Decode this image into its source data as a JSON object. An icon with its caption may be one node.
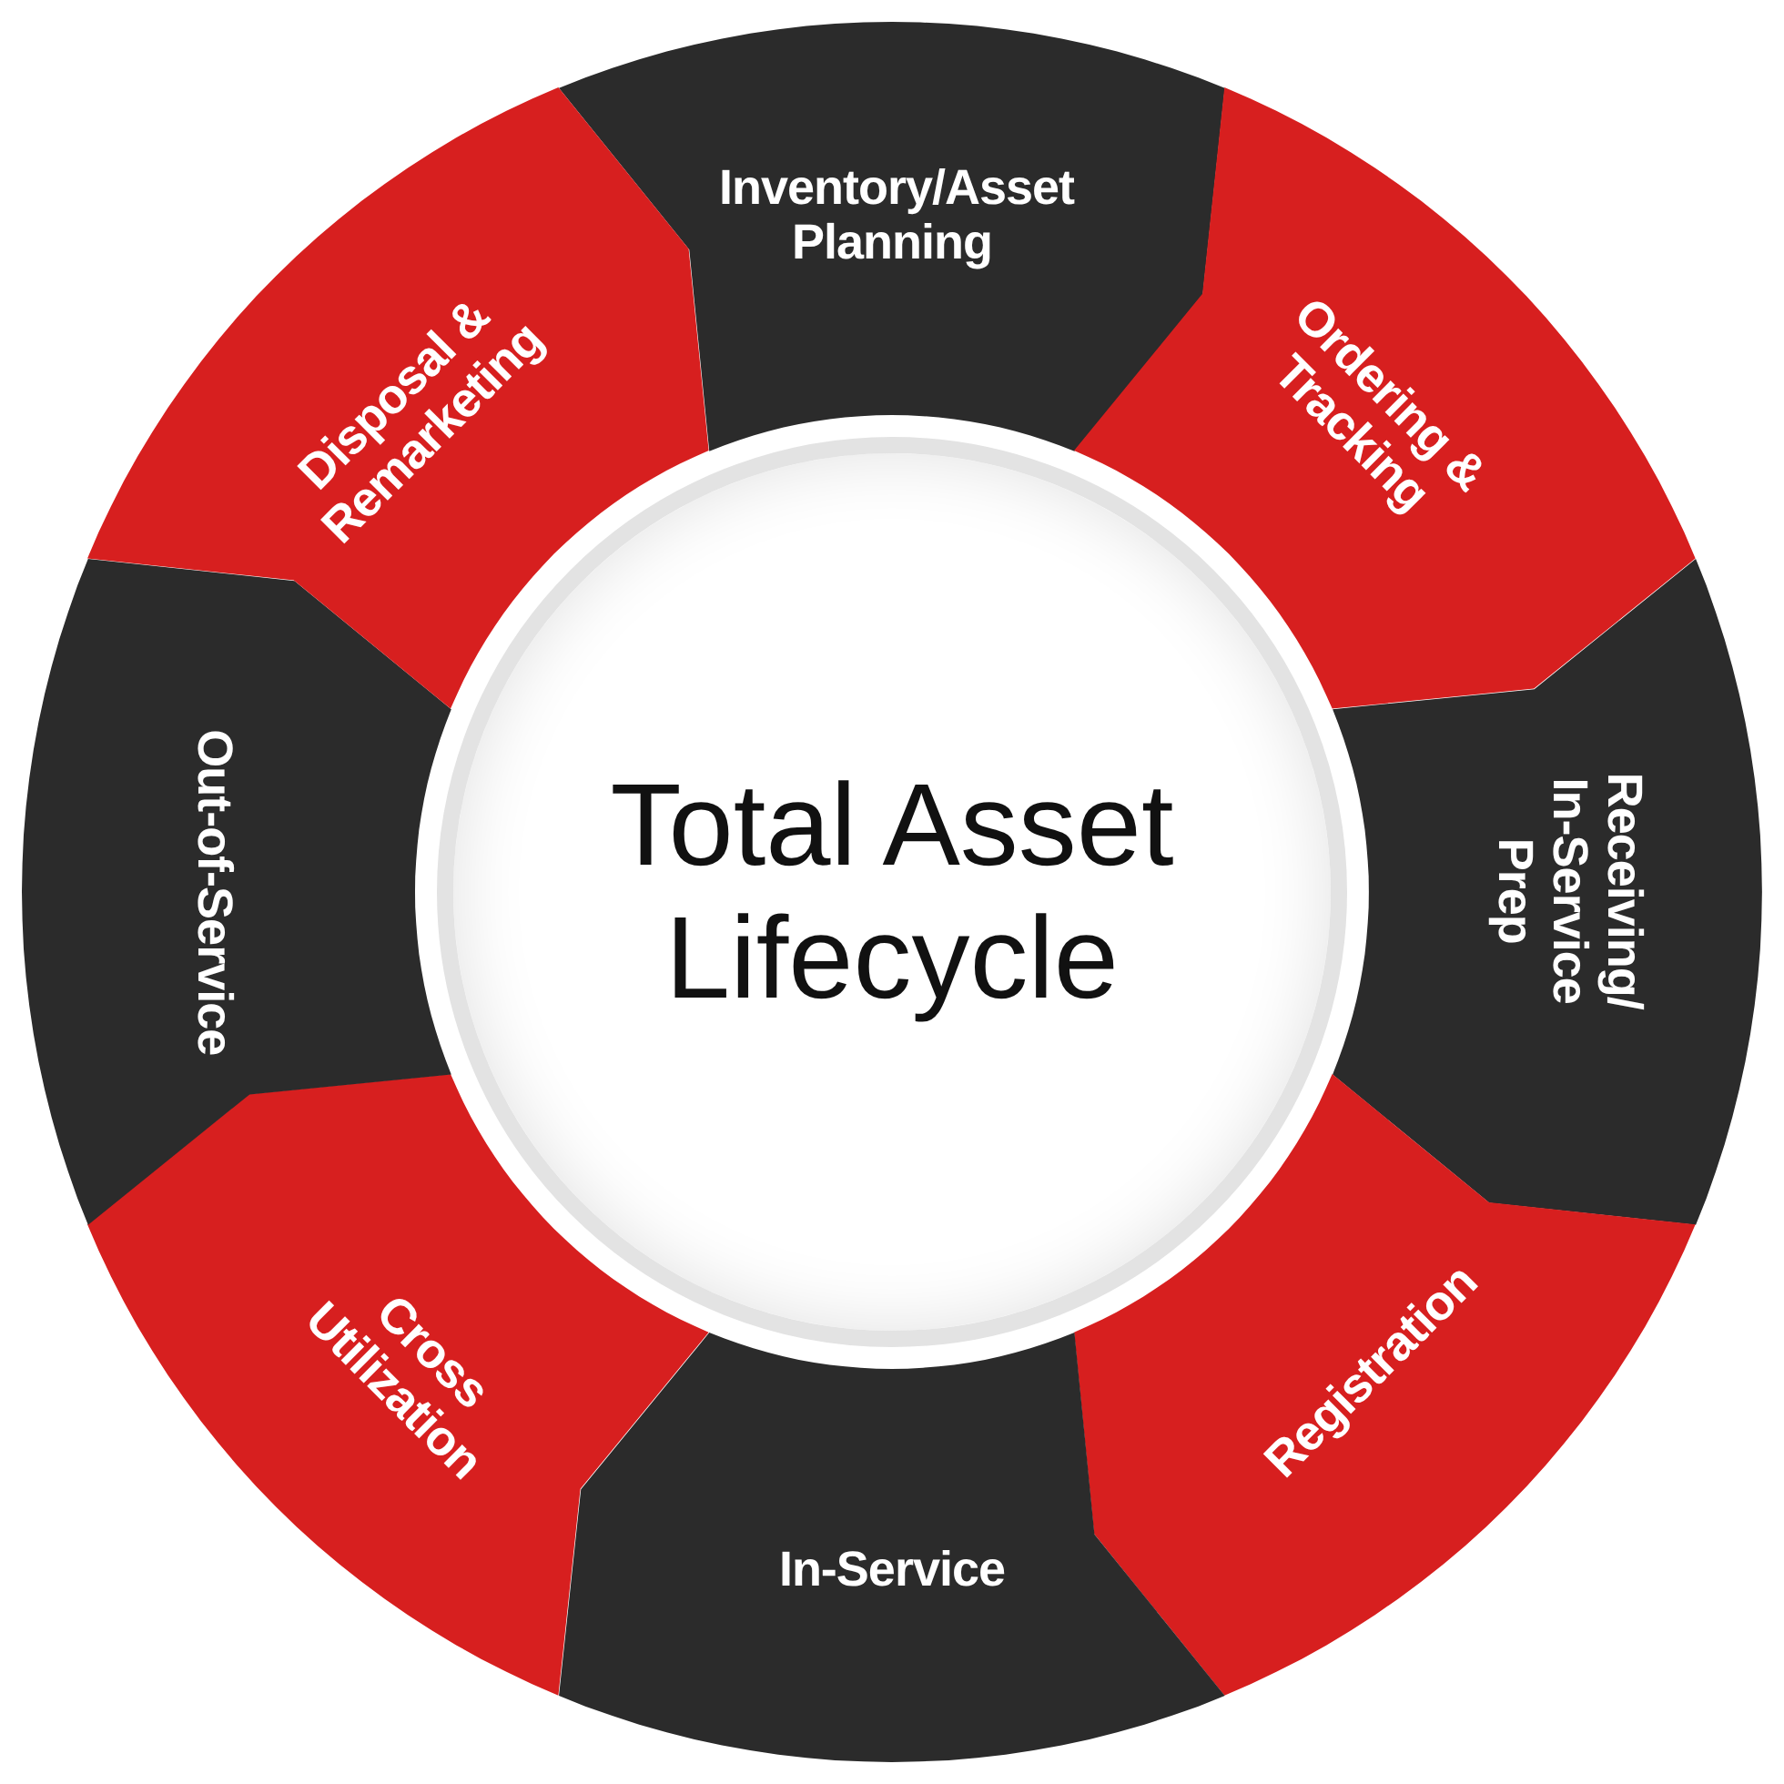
{
  "diagram": {
    "nodes": [
      {
        "text": [
          "Total Asset Lifecycle"
        ]
      },
      {
        "text": [
          "Inventory/Asset Planning"
        ]
      },
      {
        "text": [
          "Ordering & Tracking"
        ]
      },
      {
        "text": [
          "Receiving/ In-Service Prep"
        ]
      },
      {
        "text": [
          "Registration"
        ]
      },
      {
        "text": [
          "In-Service"
        ]
      },
      {
        "text": [
          "Cross Utilization"
        ]
      },
      {
        "text": [
          "Out-of-Service"
        ]
      },
      {
        "text": [
          "Disposal & Remarketing"
        ]
      }
    ]
  }
}
